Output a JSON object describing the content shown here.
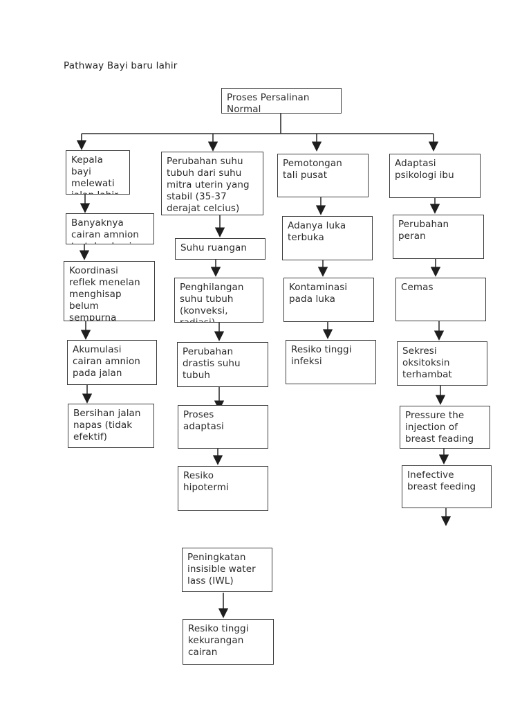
{
  "title": "Pathway Bayi baru lahir",
  "nodes": {
    "root": "Proses Persalinan\nNormal",
    "kepala_bayi": "Kepala\nbayi\nmelewati\njalan lahir",
    "banyaknya_cairan": "Banyaknya\ncairan amnion\ntertelan bayi",
    "koordinasi_reflek": "Koordinasi\nreflek menelan\nmenghisap\nbelum\nsempurna",
    "akumulasi_cairan": "Akumulasi\ncairan amnion\npada jalan",
    "bersihan_jalan": "Bersihan jalan\nnapas (tidak\nefektif)",
    "perubahan_suhu": "Perubahan suhu\ntubuh dari suhu\nmitra uterin yang\nstabil (35-37\nderajat celcius)",
    "suhu_ruangan": "Suhu ruangan",
    "penghilangan_suhu": "Penghilangan\nsuhu tubuh\n(konveksi,\nradiasi)",
    "perubahan_drastis": "Perubahan\ndrastis suhu\ntubuh",
    "proses_adaptasi": "Proses\nadaptasi",
    "resiko_hipotermi": "Resiko\nhipotermi",
    "peningkatan_iwl": "Peningkatan\ninsisible water\nlass (IWL)",
    "resiko_kekurangan_cairan": "Resiko tinggi\nkekurangan\ncairan",
    "pemotongan_tali": "Pemotongan\ntali pusat",
    "adanya_luka": "Adanya luka\nterbuka",
    "kontaminasi_luka": "Kontaminasi\npada luka",
    "resiko_infeksi": "Resiko tinggi\ninfeksi",
    "adaptasi_psikologi": "Adaptasi\npsikologi ibu",
    "perubahan_peran": "Perubahan\nperan",
    "cemas": "Cemas",
    "sekresi_oksitoksin": "Sekresi\noksitoksin\nterhambat",
    "pressure_injection": "Pressure the\ninjection of\nbreast feading",
    "inefective_breast": "Inefective\nbreast feeding"
  },
  "colors": {
    "background": "#ffffff",
    "box_border": "#3c3c3c",
    "line": "#2f2f2f",
    "text": "#2a2a2a"
  }
}
